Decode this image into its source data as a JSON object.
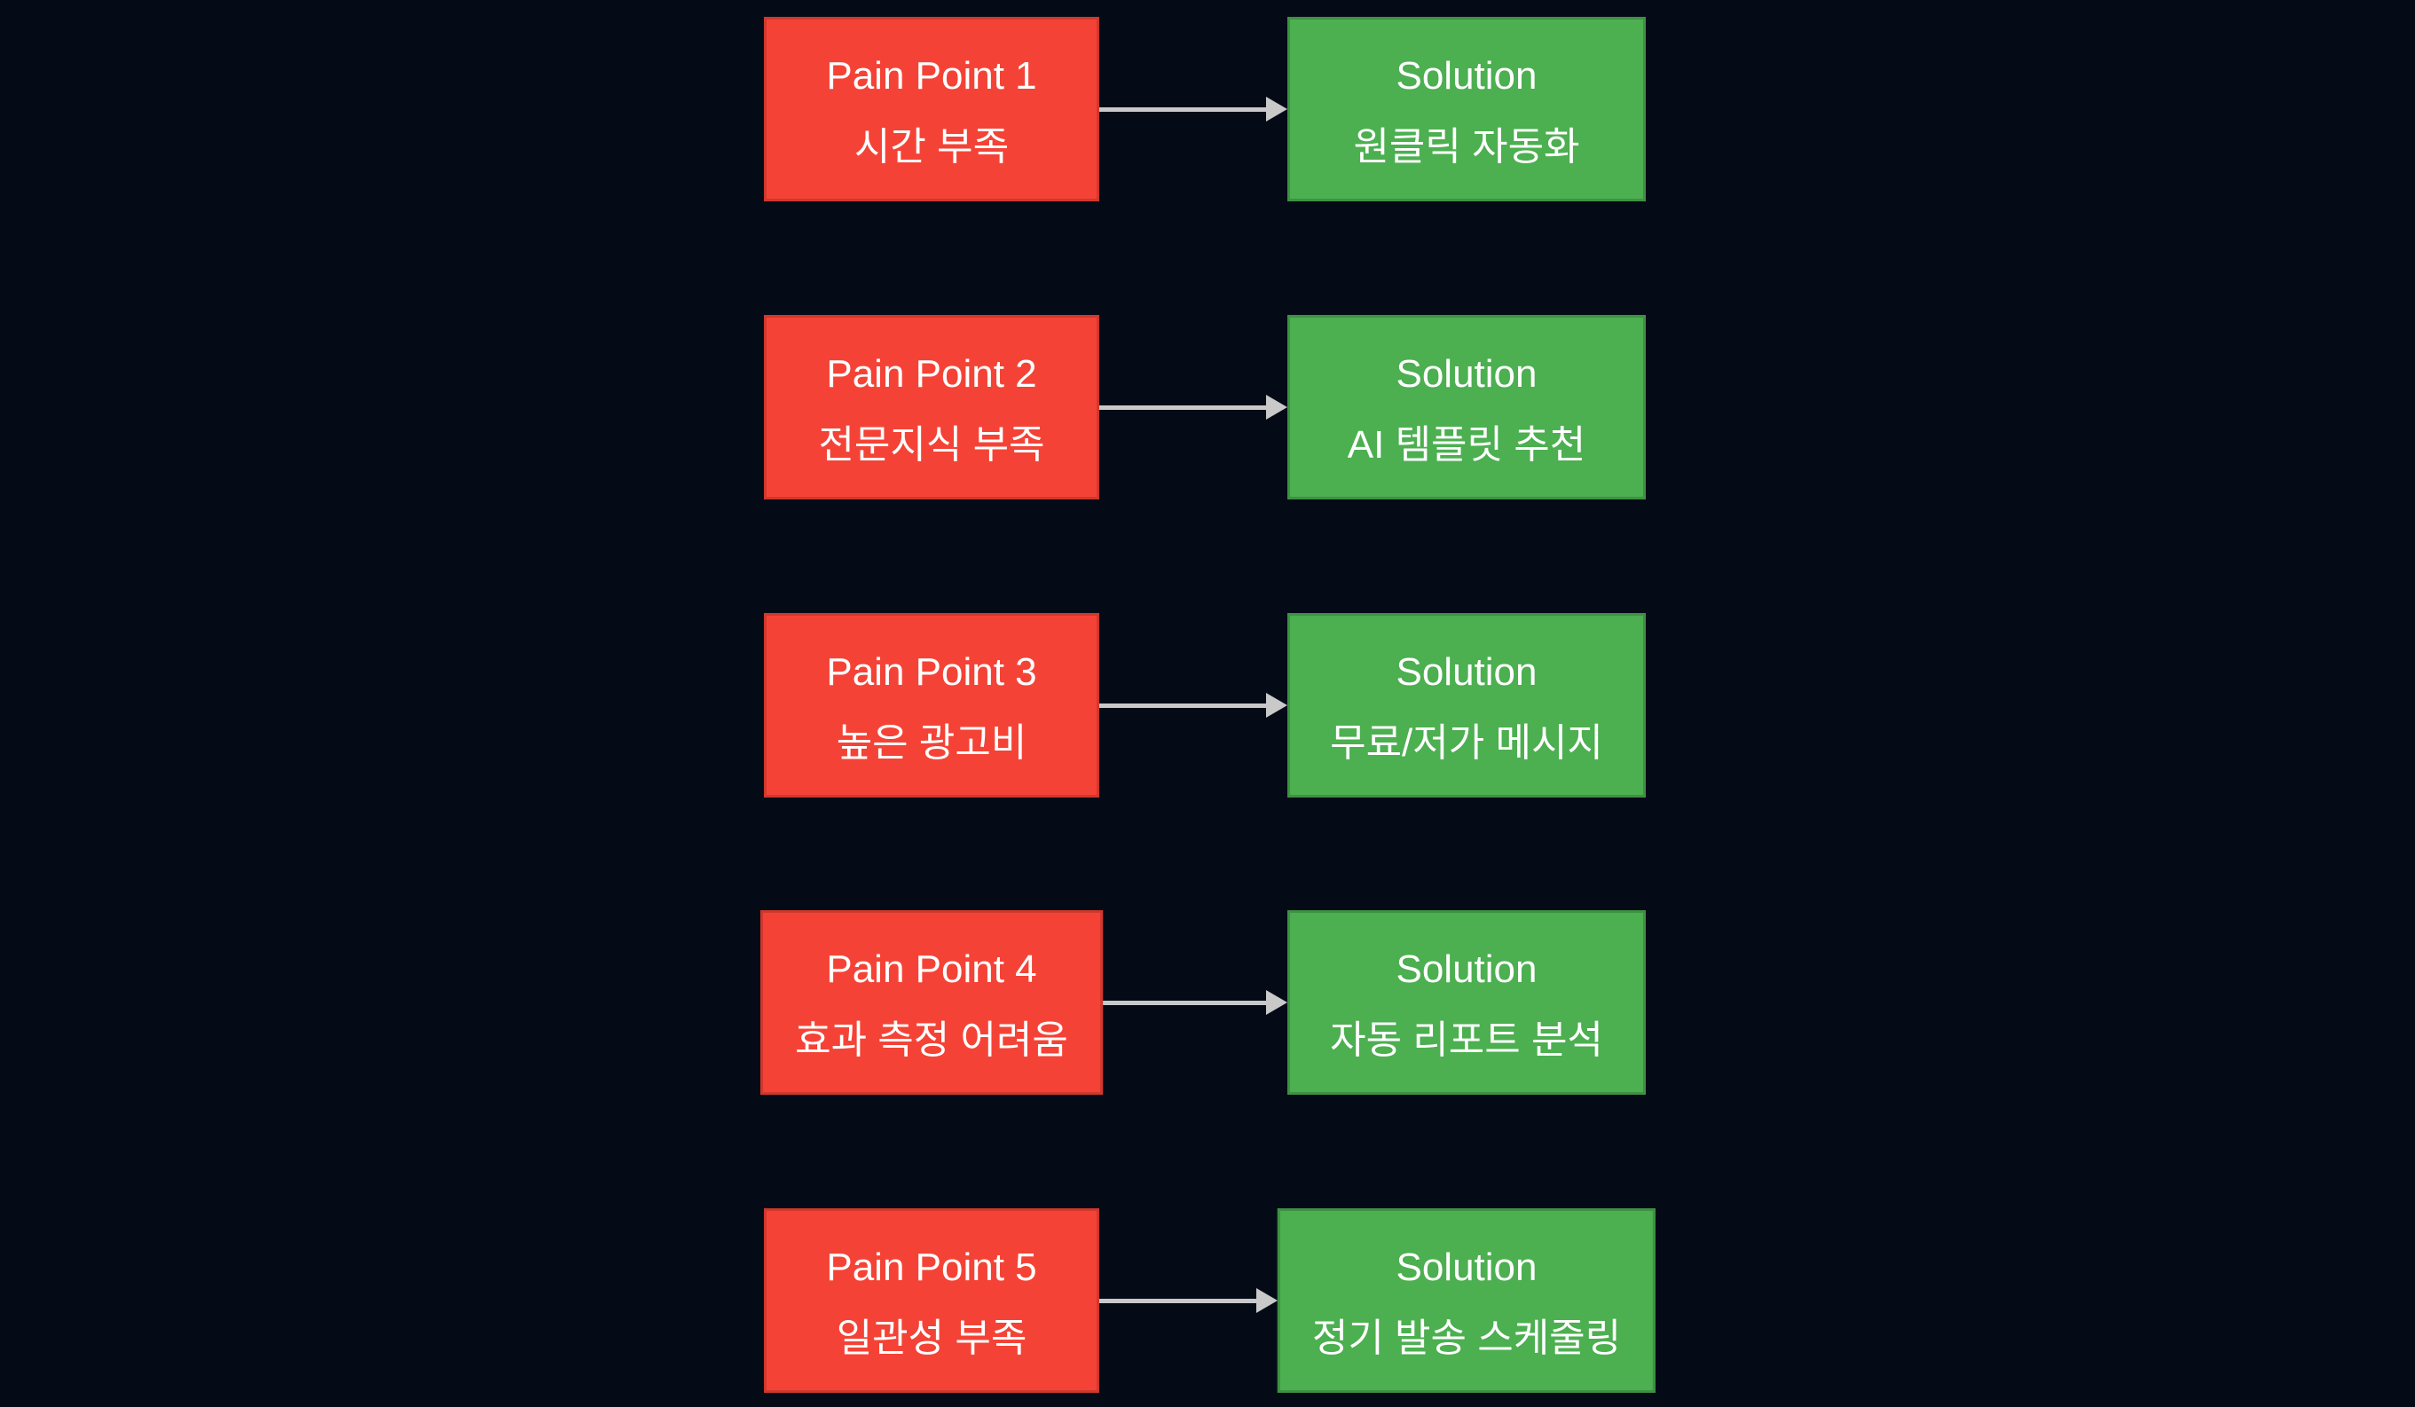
{
  "diagram": {
    "description": "Pain point to solution mapping flowchart",
    "colors": {
      "background": "#050b16",
      "pain_fill": "#f44336",
      "pain_border": "#cf382d",
      "solution_fill": "#4caf50",
      "solution_border": "#3e9143",
      "arrow": "#c9c9c9",
      "text": "#ffffff"
    },
    "rows": [
      {
        "pain": {
          "title": "Pain Point 1",
          "subtitle": "시간 부족"
        },
        "solution": {
          "title": "Solution",
          "subtitle": "원클릭 자동화"
        }
      },
      {
        "pain": {
          "title": "Pain Point 2",
          "subtitle": "전문지식 부족"
        },
        "solution": {
          "title": "Solution",
          "subtitle": "AI 템플릿 추천"
        }
      },
      {
        "pain": {
          "title": "Pain Point 3",
          "subtitle": "높은 광고비"
        },
        "solution": {
          "title": "Solution",
          "subtitle": "무료/저가 메시지"
        }
      },
      {
        "pain": {
          "title": "Pain Point 4",
          "subtitle": "효과 측정 어려움"
        },
        "solution": {
          "title": "Solution",
          "subtitle": "자동 리포트 분석"
        }
      },
      {
        "pain": {
          "title": "Pain Point 5",
          "subtitle": "일관성 부족"
        },
        "solution": {
          "title": "Solution",
          "subtitle": "정기 발송 스케줄링"
        }
      }
    ]
  }
}
